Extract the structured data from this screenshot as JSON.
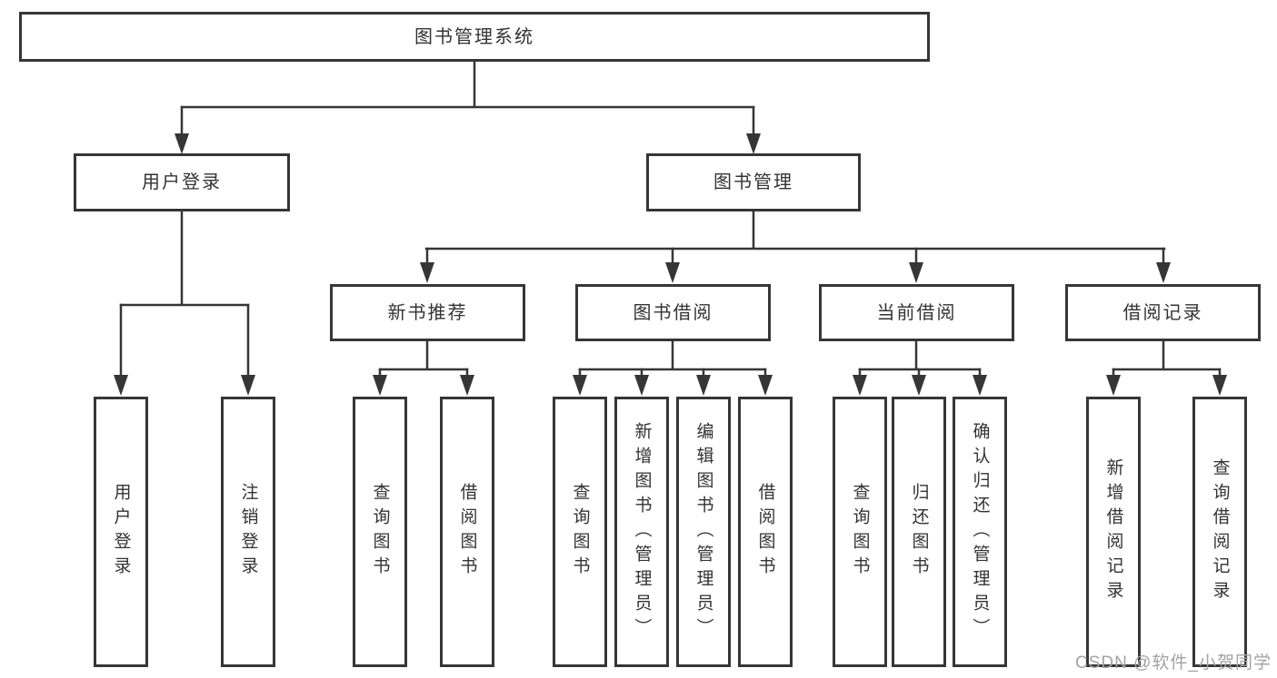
{
  "tree": {
    "root": {
      "label": "图书管理系统"
    },
    "level2": [
      {
        "label": "用户登录",
        "children": [
          {
            "label": "用户登录"
          },
          {
            "label": "注销登录"
          }
        ]
      },
      {
        "label": "图书管理",
        "children": [
          {
            "label": "新书推荐",
            "children": [
              {
                "label": "查询图书"
              },
              {
                "label": "借阅图书"
              }
            ]
          },
          {
            "label": "图书借阅",
            "children": [
              {
                "label": "查询图书"
              },
              {
                "label": "新增图书（管理员）"
              },
              {
                "label": "编辑图书（管理员）"
              },
              {
                "label": "借阅图书"
              }
            ]
          },
          {
            "label": "当前借阅",
            "children": [
              {
                "label": "查询图书"
              },
              {
                "label": "归还图书"
              },
              {
                "label": "确认归还（管理员）"
              }
            ]
          },
          {
            "label": "借阅记录",
            "children": [
              {
                "label": "新增借阅记录"
              },
              {
                "label": "查询借阅记录"
              }
            ]
          }
        ]
      }
    ]
  },
  "watermark": {
    "text": "CSDN @软件_小贺同学"
  },
  "colors": {
    "line": "#363636",
    "text": "#333333",
    "background": "#ffffff",
    "watermark": "#a3a3a3"
  }
}
